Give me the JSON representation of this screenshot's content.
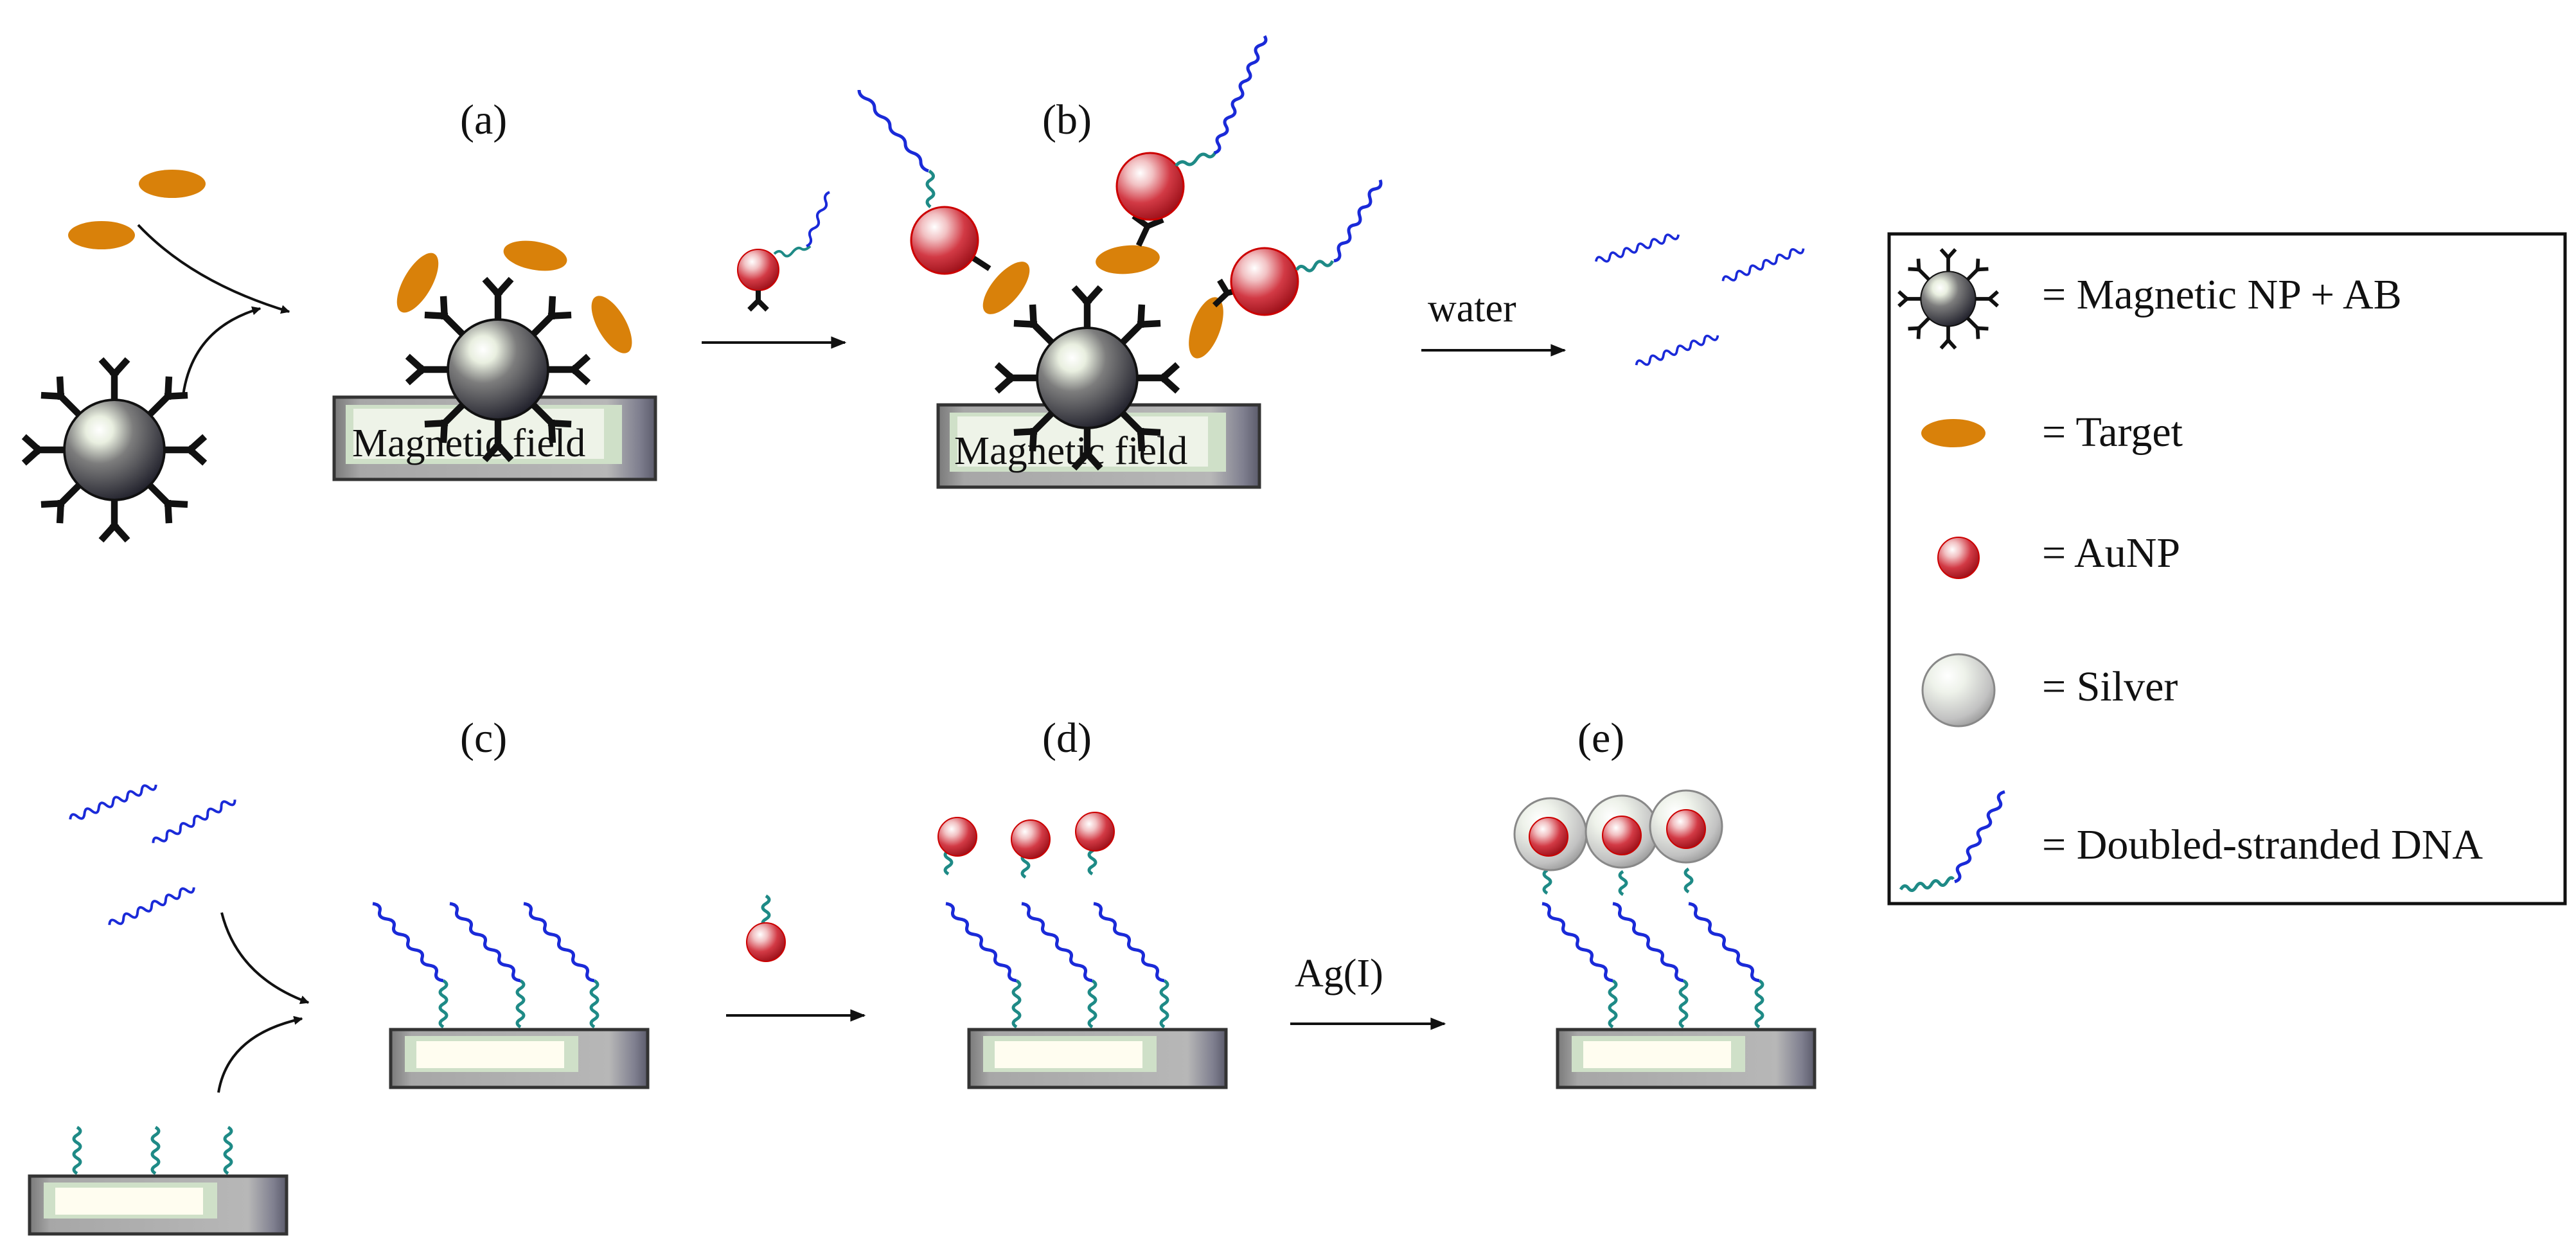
{
  "panels": {
    "a": "(a)",
    "b": "(b)",
    "c": "(c)",
    "d": "(d)",
    "e": "(e)"
  },
  "substrates": {
    "magnetic_field_label": "Magnetic field"
  },
  "arrows": {
    "water": "water",
    "silver_ion": "Ag(I)"
  },
  "legend": {
    "magnetic_np_ab": "= Magnetic NP + AB",
    "target": "= Target",
    "aunp": "= AuNP",
    "silver": "= Silver",
    "dsdna": "= Doubled-stranded DNA"
  },
  "colors": {
    "target": "#d9810a",
    "aunp": "#e0252a",
    "dna_blue": "#1a2ad8",
    "dna_teal": "#1e8a86",
    "magnetic_np": "#3a3a3a",
    "substrate": "#9a9a9a"
  }
}
